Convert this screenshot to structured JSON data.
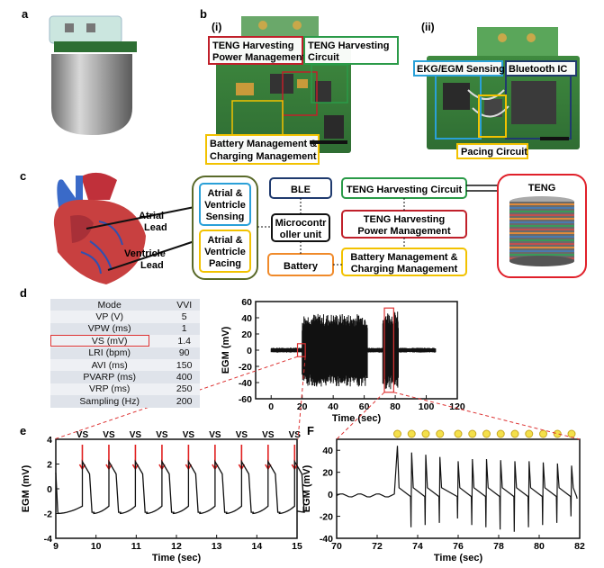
{
  "panels": {
    "a": "a",
    "b": "b",
    "c": "c",
    "d": "d",
    "e": "e",
    "f": "F",
    "b_i": "(i)",
    "b_ii": "(ii)"
  },
  "photo_b_i": {
    "label_red": [
      "TENG Harvesting",
      "Power Management"
    ],
    "label_green": [
      "TENG Harvesting",
      "Circuit"
    ],
    "label_yellow": [
      "Battery Management &",
      "Charging Management"
    ]
  },
  "photo_b_ii": {
    "label_blue": "EKG/EGM Sensing",
    "label_navy": "Bluetooth IC",
    "label_yellow": "Pacing Circuit"
  },
  "diagram": {
    "atrial_lead": [
      "Atrial",
      "Lead"
    ],
    "ventricle_lead": [
      "Ventricle",
      "Lead"
    ],
    "sensing": [
      "Atrial &",
      "Ventricle",
      "Sensing"
    ],
    "pacing": [
      "Atrial &",
      "Ventricle",
      "Pacing"
    ],
    "ble": "BLE",
    "mcu": [
      "Microcontr",
      "oller unit"
    ],
    "battery": "Battery",
    "teng_circuit": "TENG Harvesting Circuit",
    "teng_power": [
      "TENG Harvesting",
      "Power Management"
    ],
    "battery_mgmt": [
      "Battery Management &",
      "Charging Management"
    ],
    "teng": "TENG",
    "colors": {
      "blue": "#2aa0d8",
      "yellow": "#f2c200",
      "green": "#2a9a48",
      "red": "#c0202a",
      "navy": "#1f3a6e",
      "orange": "#f08a2a",
      "olive": "#5a6a2a"
    }
  },
  "table": {
    "rows": [
      [
        "Mode",
        "VVI"
      ],
      [
        "VP (V)",
        "5"
      ],
      [
        "VPW (ms)",
        "1"
      ],
      [
        "VS (mV)",
        "1.4"
      ],
      [
        "LRI (bpm)",
        "90"
      ],
      [
        "AVI (ms)",
        "150"
      ],
      [
        "PVARP (ms)",
        "400"
      ],
      [
        "VRP (ms)",
        "250"
      ],
      [
        "Sampling (Hz)",
        "200"
      ]
    ],
    "highlight_row": 3
  },
  "chart_data": [
    {
      "id": "d",
      "type": "line",
      "xlabel": "Time (sec)",
      "ylabel": "EGM (mV)",
      "xlim": [
        -10,
        120
      ],
      "ylim": [
        -60,
        60
      ],
      "xticks": [
        0,
        20,
        40,
        60,
        80,
        100,
        120
      ],
      "yticks": [
        -60,
        -40,
        -20,
        0,
        20,
        40,
        60
      ],
      "segments": [
        {
          "x_range": [
            0,
            20
          ],
          "amplitude": 3,
          "description_level": "baseline"
        },
        {
          "x_range": [
            20,
            62
          ],
          "amplitude": 45
        },
        {
          "x_range": [
            62,
            72
          ],
          "amplitude": 3
        },
        {
          "x_range": [
            72,
            82
          ],
          "amplitude": 48
        },
        {
          "x_range": [
            82,
            106
          ],
          "amplitude": 3
        }
      ],
      "zoom_boxes": [
        [
          17,
          22
        ],
        [
          73,
          79
        ]
      ]
    },
    {
      "id": "e",
      "type": "line",
      "xlabel": "Time (sec)",
      "ylabel": "EGM (mV)",
      "xlim": [
        9,
        15
      ],
      "ylim": [
        -4,
        4
      ],
      "xticks": [
        9,
        10,
        11,
        12,
        13,
        14,
        15
      ],
      "yticks": [
        -4,
        -2,
        0,
        2,
        4
      ],
      "annotation": "VS",
      "beats_x": [
        9.66,
        10.32,
        10.98,
        11.64,
        12.3,
        12.96,
        13.62,
        14.28,
        14.94
      ],
      "peak": 2.2,
      "trough": -2.0
    },
    {
      "id": "f",
      "type": "line",
      "xlabel": "Time (sec)",
      "ylabel": "EGM (mV)",
      "xlim": [
        70,
        82
      ],
      "ylim": [
        -40,
        50
      ],
      "xticks": [
        70,
        72,
        74,
        76,
        78,
        80,
        82
      ],
      "yticks": [
        -40,
        -20,
        0,
        20,
        40
      ],
      "spikes_x": [
        73.0,
        73.7,
        74.4,
        75.1,
        76.0,
        76.7,
        77.4,
        78.1,
        78.8,
        79.5,
        80.2,
        80.9,
        81.6
      ],
      "spikes_hi": [
        44,
        38,
        36,
        34,
        30,
        32,
        32,
        31,
        30,
        30,
        29,
        28,
        26
      ],
      "spikes_lo": [
        -36,
        -30,
        -28,
        -26,
        -22,
        -28,
        -30,
        -32,
        -34,
        -30,
        -28,
        -26,
        -20
      ]
    }
  ]
}
